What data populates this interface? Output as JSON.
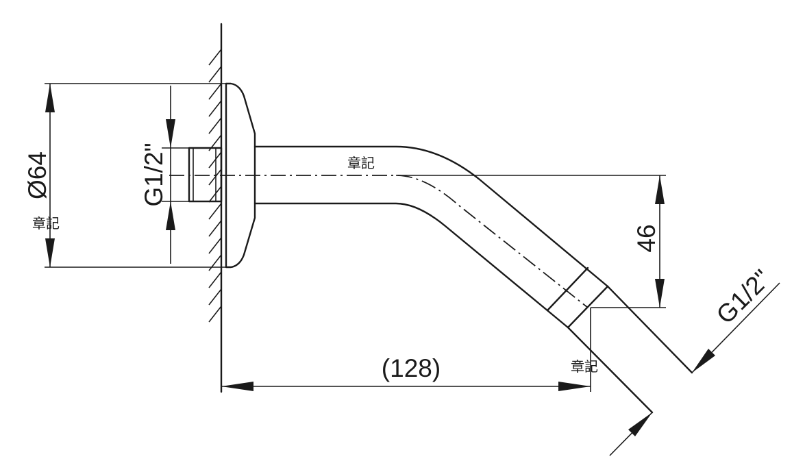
{
  "dimensions": {
    "diameter": "Ø64",
    "thread_wall": "G1/2\"",
    "length": "(128)",
    "drop": "46",
    "thread_outlet": "G1/2\""
  },
  "marks": {
    "center": "章記",
    "left": "章記",
    "outlet": "章記"
  }
}
